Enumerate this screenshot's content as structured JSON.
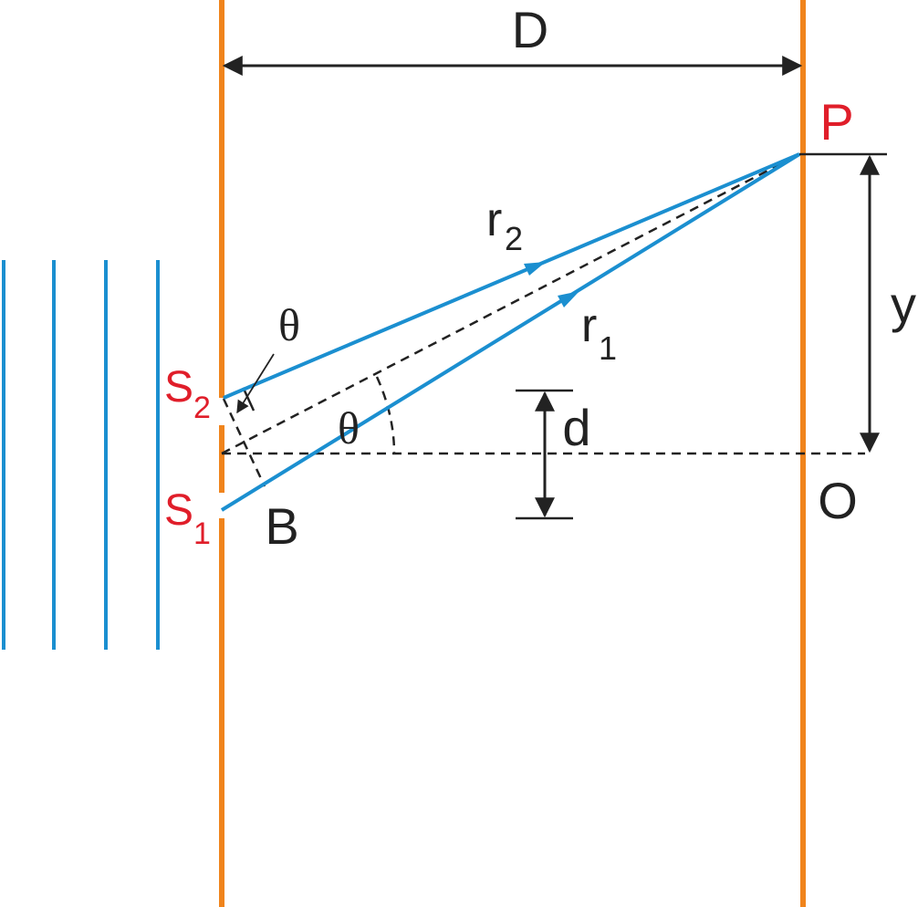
{
  "colors": {
    "screen": "#f0841c",
    "ray": "#1b8fd0",
    "source_label": "#e01e2a",
    "ink": "#222222"
  },
  "labels": {
    "D": "D",
    "P": "P",
    "y": "y",
    "O": "O",
    "d": "d",
    "r2_main": "r",
    "r2_sub": "2",
    "r1_main": "r",
    "r1_sub": "1",
    "theta_top": "θ",
    "theta_mid": "θ",
    "S2_main": "S",
    "S2_sub": "2",
    "S1_main": "S",
    "S1_sub": "1",
    "B": "B"
  }
}
